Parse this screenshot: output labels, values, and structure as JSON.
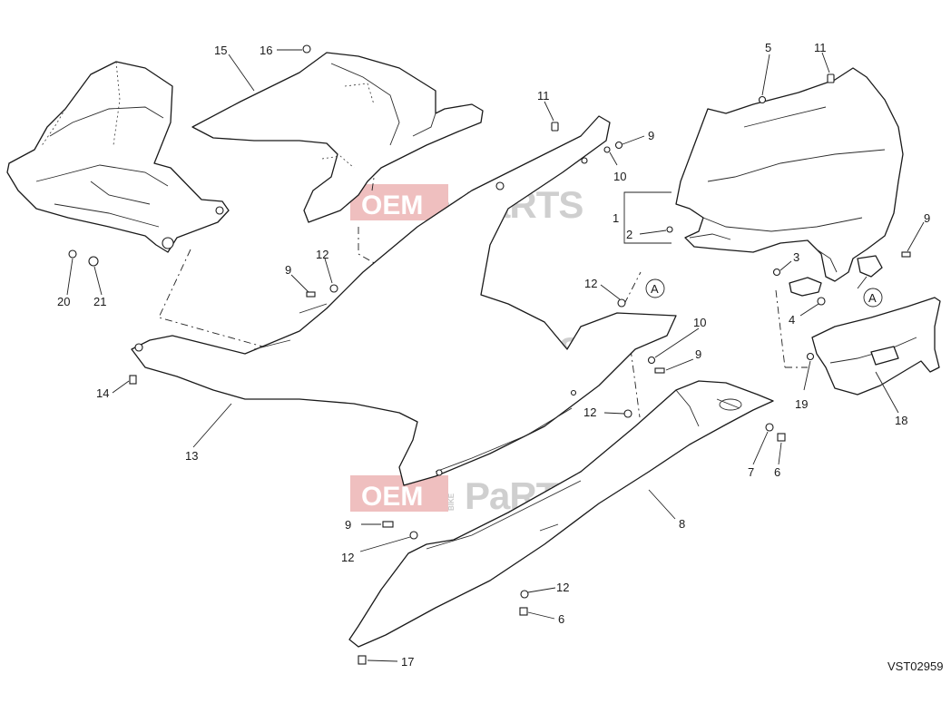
{
  "diagram_code": "VST02959",
  "watermark": {
    "oem": "OEM",
    "bike": "BIKE",
    "parts": "PaRTS"
  },
  "view_marker": "A",
  "callouts": {
    "p1": "1",
    "p2": "2",
    "p3": "3",
    "p4": "4",
    "p5": "5",
    "p6a": "6",
    "p6b": "6",
    "p7": "7",
    "p8": "8",
    "p9a": "9",
    "p9b": "9",
    "p9c": "9",
    "p9d": "9",
    "p9e": "9",
    "p10a": "10",
    "p10b": "10",
    "p11a": "11",
    "p11b": "11",
    "p12a": "12",
    "p12b": "12",
    "p12c": "12",
    "p12d": "12",
    "p12e": "12",
    "p13": "13",
    "p14": "14",
    "p15": "15",
    "p16": "16",
    "p17": "17",
    "p18": "18",
    "p19": "19",
    "p20": "20",
    "p21": "21"
  }
}
